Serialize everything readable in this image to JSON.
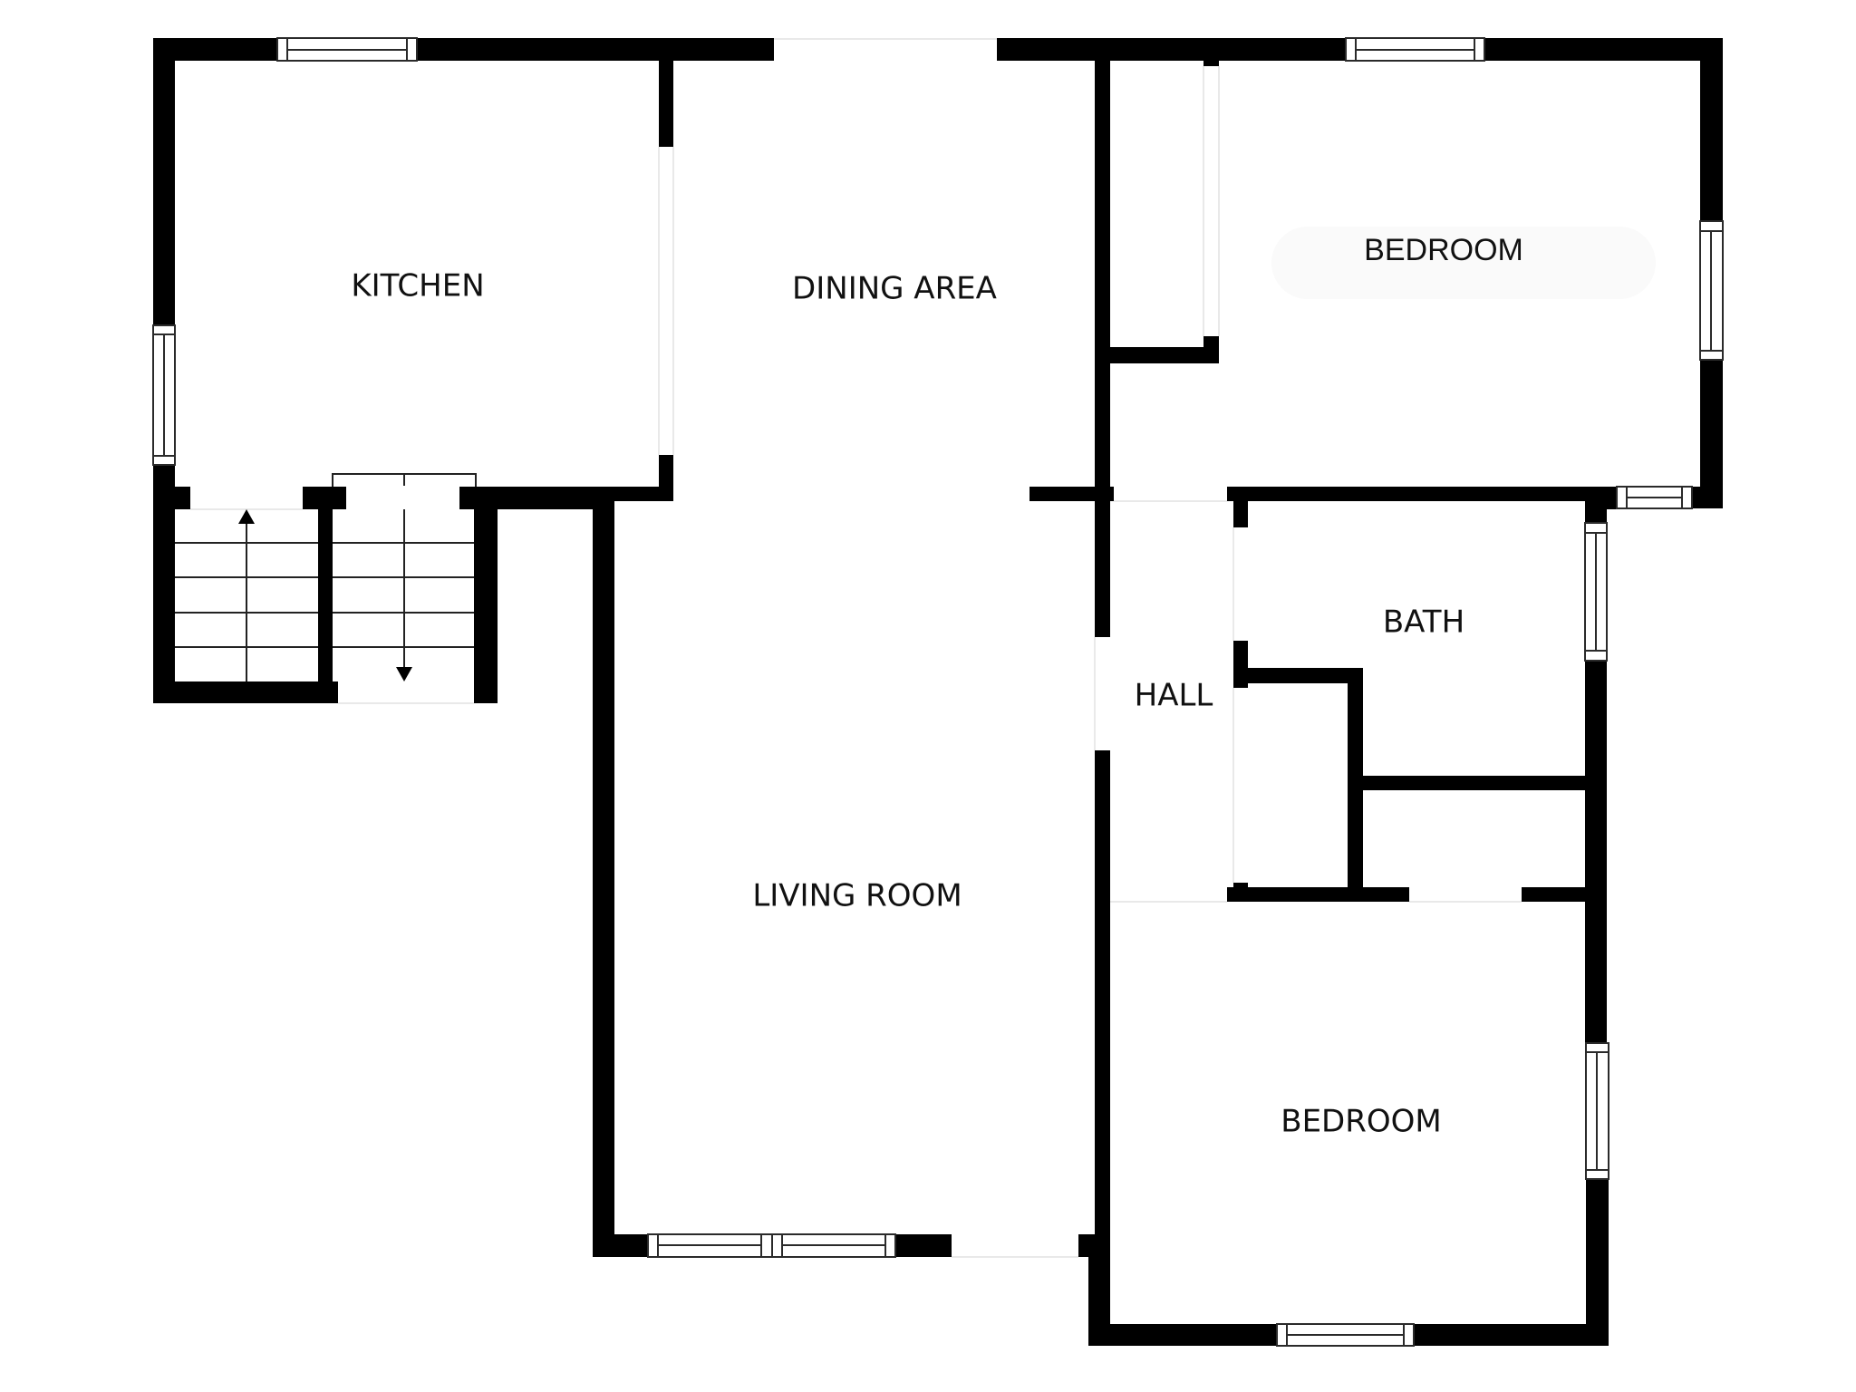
{
  "floorplan": {
    "rooms": {
      "kitchen": {
        "label": "KITCHEN"
      },
      "dining": {
        "label": "DINING AREA"
      },
      "bedroom_top": {
        "label": "BEDROOM"
      },
      "bath": {
        "label": "BATH"
      },
      "hall": {
        "label": "HALL"
      },
      "living": {
        "label": "LIVING ROOM"
      },
      "bedroom_bottom": {
        "label": "BEDROOM"
      }
    },
    "stairs": [
      {
        "direction": "up",
        "icon": "arrow-up-icon",
        "treads": 5
      },
      {
        "direction": "down",
        "icon": "arrow-down-icon",
        "treads": 5
      }
    ],
    "colors": {
      "wall": "#000000",
      "background": "#ffffff",
      "frame": "#2a2a2a"
    }
  }
}
